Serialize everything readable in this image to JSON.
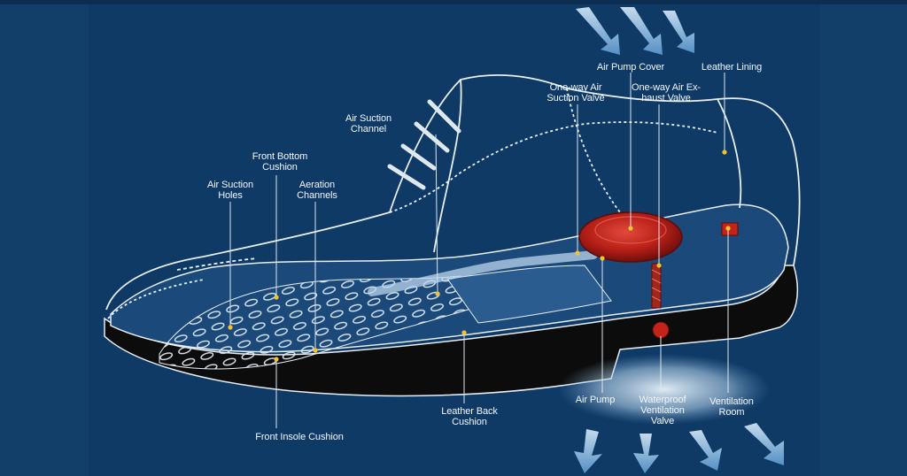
{
  "labels": {
    "air_pump_cover": "Air Pump Cover",
    "leather_lining": "Leather Lining",
    "one_way_air_suction_valve": "One-way Air\nSuction Valve",
    "one_way_air_exhaust_valve": "One-way Air Ex-\nhaust Valve",
    "air_suction_channel": "Air Suction\nChannel",
    "front_bottom_cushion": "Front Bottom\nCushion",
    "air_suction_holes": "Air Suction\nHoles",
    "aeration_channels": "Aeration\nChannels",
    "front_insole_cushion": "Front Insole Cushion",
    "leather_back_cushion": "Leather Back\nCushion",
    "air_pump": "Air Pump",
    "waterproof_ventilation_valve": "Waterproof\nVentilation\nValve",
    "ventilation_room": "Ventilation\nRoom"
  },
  "colors": {
    "background": "#0f3a66",
    "outline": "#e8eef5",
    "pump": "#c4231c",
    "arrows": "#9cc8ec",
    "sole": "#0c0c0c",
    "leader_dot": "#f1c232"
  }
}
